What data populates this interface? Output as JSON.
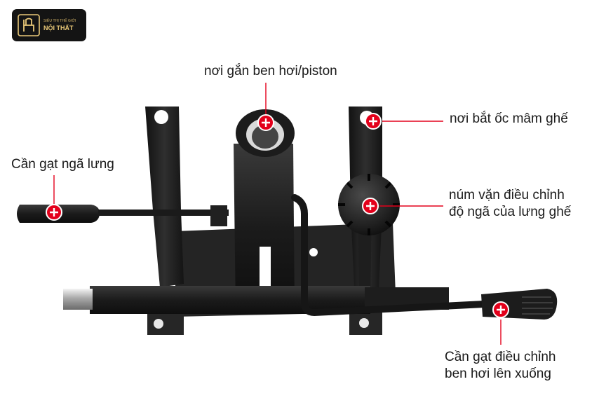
{
  "logo": {
    "line1": "SIÊU THỊ THẾ GIỚI",
    "line2": "NỘI THẤT",
    "icon": "chair-icon",
    "color": "#e9c878"
  },
  "labels": {
    "piston": "nơi gắn ben hơi/piston",
    "mount": "nơi bắt ốc mâm ghế",
    "back_lever": "Cần gạt ngã lưng",
    "knob": [
      "núm vặn điều chỉnh",
      "độ ngã của lưng ghế"
    ],
    "height_lever": [
      "Cần gạt điều chỉnh",
      "ben hơi lên xuống"
    ]
  },
  "colors": {
    "marker": "#e3001b",
    "leader_line": "#e3001b",
    "mechanism": "#1e1e1e"
  },
  "markers": [
    "plus-marker",
    "plus-marker",
    "plus-marker",
    "plus-marker",
    "plus-marker"
  ]
}
